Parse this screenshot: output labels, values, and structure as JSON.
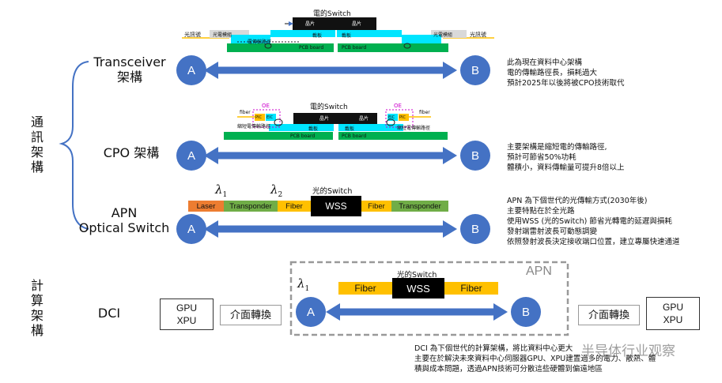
{
  "side_labels": {
    "communication": [
      "通",
      "訊",
      "架",
      "構"
    ],
    "computing": [
      "計",
      "算",
      "架",
      "構"
    ]
  },
  "nodes": {
    "a": "A",
    "b": "B"
  },
  "rows": {
    "transceiver": {
      "title_line1": "Transceiver",
      "title_line2": "架構",
      "notes": [
        "此為現在資料中心架構",
        "電的傳輸路徑長，損耗過大",
        "預計2025年以後將被CPO技術取代"
      ],
      "diagram": {
        "electrical_switch": "電的Switch",
        "chip": "晶片",
        "left_signal": "光訊號",
        "left_module": "光電模組",
        "right_module": "光電模組",
        "right_signal": "光訊號",
        "substrate_left": "載板",
        "substrate_right": "載板",
        "path_label": "電傳輸路徑",
        "pcb_left": "PCB board",
        "pcb_right": "PCB board"
      }
    },
    "cpo": {
      "title": "CPO 架構",
      "notes": [
        "主要架構是縮短電的傳輸路徑,",
        "預計可節省50%功耗",
        "體積小，資料傳輸量可提升8倍以上"
      ],
      "diagram": {
        "electrical_switch": "電的Switch",
        "chip": "晶片",
        "oe_left": "OE",
        "oe_right": "OE",
        "fiber_left": "fiber",
        "fiber_right": "fiber",
        "pic": "PIC",
        "eic": "EIC",
        "substrate_left": "載板",
        "substrate_right": "載板",
        "path_left": "縮短電傳輸路徑",
        "path_right": "縮短電傳輸路徑",
        "pcb_left": "PCB board",
        "pcb_right": "PCB board"
      }
    },
    "apn": {
      "title_line1": "APN",
      "title_line2": "Optical Switch",
      "notes": [
        "APN 為下個世代的光傳輸方式(2030年後)",
        "主要特點在於全光路",
        "使用WSS (光的Switch) 節省光轉電的延遲與損耗",
        "發射端雷射波長可動態調變",
        "依照發射波長決定接收端口位置，建立專屬快速通道"
      ],
      "lambda1": "λ",
      "lambda1_sub": "1",
      "lambda2": "λ",
      "lambda2_sub": "2",
      "optical_switch": "光的Switch",
      "chain": [
        "Laser",
        "Transponder",
        "Fiber",
        "WSS",
        "Fiber",
        "Transponder"
      ]
    },
    "dci": {
      "title": "DCI",
      "apn_label": "APN",
      "optical_switch": "光的Switch",
      "lambda1": "λ",
      "lambda1_sub": "1",
      "chain": [
        "Fiber",
        "WSS",
        "Fiber"
      ],
      "left_box": [
        "GPU",
        "XPU"
      ],
      "right_box": [
        "GPU",
        "XPU"
      ],
      "interface_left": "介面轉換",
      "interface_right": "介面轉換",
      "notes": [
        "DCI 為下個世代的計算架構，將比資料中心更大",
        "主要在於解決未來資料中心伺服器GPU、XPU建置過多的電力、散熱、體",
        "積與成本問題，透過APN技術可分散這些硬體到偏遠地區"
      ],
      "watermark": "半导体行业观察"
    }
  },
  "colors": {
    "node_blue": "#4472c4",
    "laser": "#ed7d31",
    "transponder": "#70ad47",
    "fiber": "#ffc000",
    "wss": "#000000",
    "chip_cyan": "#00e5ff",
    "pcb_green": "#00b050",
    "oe_magenta": "#cc00cc"
  }
}
